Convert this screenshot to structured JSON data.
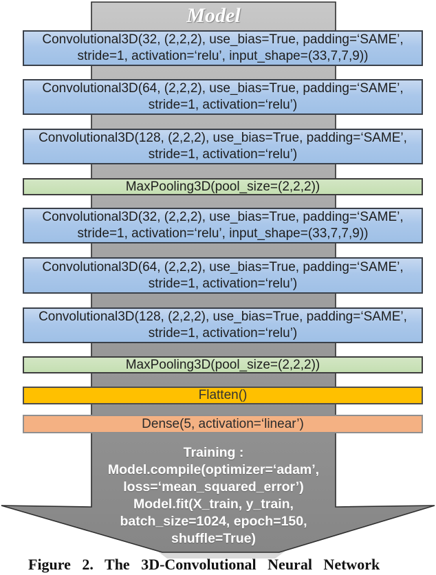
{
  "header": {
    "title": "Model"
  },
  "layers": [
    {
      "name": "conv3d-32-a",
      "text": "Convolutional3D(32, (2,2,2), use_bias=True, padding=‘SAME’,\nstride=1, activation=‘relu’, input_shape=(33,7,7,9))"
    },
    {
      "name": "conv3d-64-a",
      "text": "Convolutional3D(64, (2,2,2), use_bias=True, padding=‘SAME’,\nstride=1, activation=‘relu’)"
    },
    {
      "name": "conv3d-128-a",
      "text": "Convolutional3D(128, (2,2,2), use_bias=True, padding=‘SAME’,\nstride=1, activation=‘relu’)"
    },
    {
      "name": "maxpool3d-a",
      "text": "MaxPooling3D(pool_size=(2,2,2))"
    },
    {
      "name": "conv3d-32-b",
      "text": "Convolutional3D(32, (2,2,2), use_bias=True, padding=‘SAME’,\nstride=1, activation=‘relu’, input_shape=(33,7,7,9))"
    },
    {
      "name": "conv3d-64-b",
      "text": "Convolutional3D(64, (2,2,2), use_bias=True, padding=‘SAME’,\nstride=1, activation=‘relu’)"
    },
    {
      "name": "conv3d-128-b",
      "text": "Convolutional3D(128, (2,2,2), use_bias=True, padding=‘SAME’,\nstride=1, activation=‘relu’)"
    },
    {
      "name": "maxpool3d-b",
      "text": "MaxPooling3D(pool_size=(2,2,2))"
    },
    {
      "name": "flatten",
      "text": "Flatten()"
    },
    {
      "name": "dense",
      "text": "Dense(5, activation=‘linear’)"
    }
  ],
  "training": {
    "lines": [
      "Training :",
      "Model.compile(optimizer=‘adam’,",
      "loss=‘mean_squared_error’)",
      "Model.fit(X_train, y_train,",
      "batch_size=1024, epoch=150,",
      "shuffle=True)"
    ]
  },
  "caption": {
    "text": "Figure 2. The 3D-Convolutional Neural Network"
  },
  "colors": {
    "conv_box": "#aac7ea",
    "pool_box": "#c5dfb2",
    "flatten_box": "#ffc000",
    "dense_box": "#f4b183",
    "arrow_gray_top": "#c9c9c9",
    "arrow_gray_bottom": "#878787",
    "box_text": "#1e1e1e",
    "title_text": "#fdfdfd"
  }
}
